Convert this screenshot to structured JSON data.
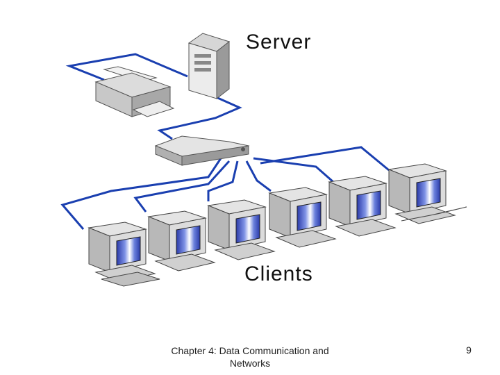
{
  "labels": {
    "server": "Server",
    "clients": "Clients"
  },
  "footer": {
    "chapter": "Chapter 4: Data Communication and Networks",
    "page": "9"
  },
  "colors": {
    "cable": "#1a3fb0",
    "device": "#e6e6e6",
    "screen": "#3a4fc0"
  },
  "icons": [
    "server-icon",
    "printer-icon",
    "hub-icon",
    "client-computer-icon"
  ]
}
